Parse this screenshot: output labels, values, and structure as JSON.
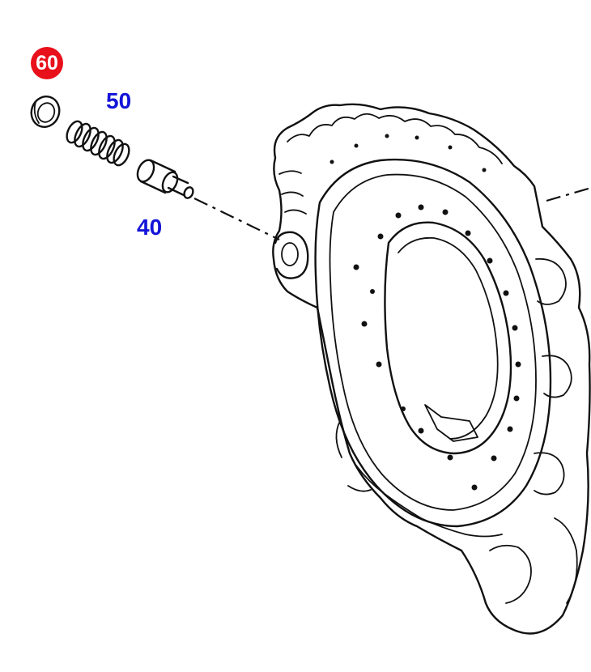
{
  "diagram": {
    "callouts": [
      {
        "id": "60",
        "label": "60",
        "color": "#e8101a",
        "style": "filled-circle"
      },
      {
        "id": "50",
        "label": "50",
        "color": "#1414d8",
        "style": "text"
      },
      {
        "id": "40",
        "label": "40",
        "color": "#1414d8",
        "style": "text"
      }
    ],
    "parts": [
      {
        "ref": "60",
        "icon": "o-ring-icon"
      },
      {
        "ref": "50",
        "icon": "spring-icon"
      },
      {
        "ref": "40",
        "icon": "valve-plunger-icon"
      },
      {
        "ref": "",
        "icon": "housing-flange-icon"
      }
    ]
  }
}
